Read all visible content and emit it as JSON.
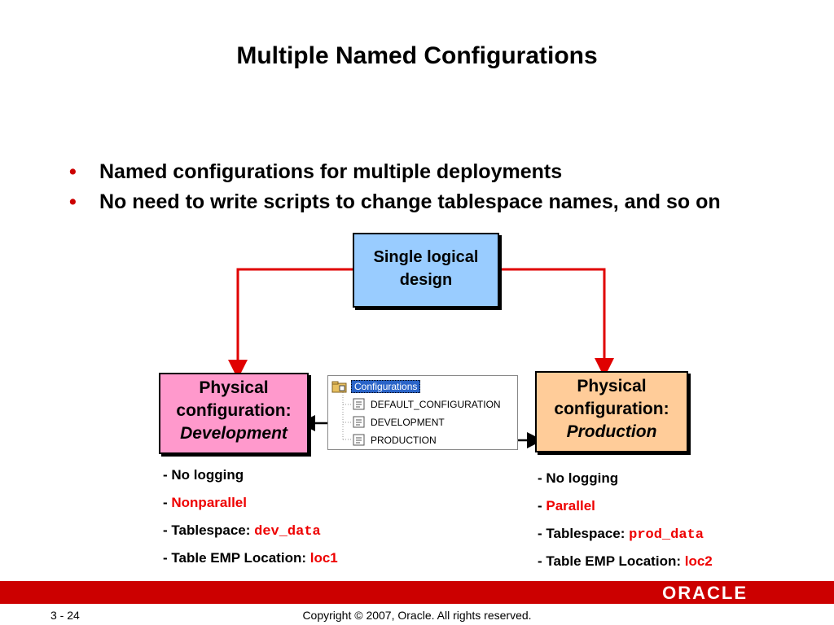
{
  "title": "Multiple Named Configurations",
  "bullets": [
    "Named configurations for multiple deployments",
    "No need to write scripts to change tablespace names, and so on"
  ],
  "logical_box": {
    "line1": "Single logical",
    "line2": "design"
  },
  "dev_box": {
    "line1": "Physical",
    "line2": "configuration:",
    "line3": "Development"
  },
  "prod_box": {
    "line1": "Physical",
    "line2": "configuration:",
    "line3": "Production"
  },
  "tree": {
    "root": "Configurations",
    "items": [
      "DEFAULT_CONFIGURATION",
      "DEVELOPMENT",
      "PRODUCTION"
    ]
  },
  "dev_props": {
    "dash": "- ",
    "logging": "No logging",
    "parallel": "Nonparallel",
    "tablespace_label": "Tablespace: ",
    "tablespace_value": "dev_data",
    "location_label": "Table EMP Location: ",
    "location_value": "loc1"
  },
  "prod_props": {
    "dash": "- ",
    "logging": "No logging",
    "parallel": "Parallel",
    "tablespace_label": "Tablespace: ",
    "tablespace_value": "prod_data",
    "location_label": "Table EMP Location: ",
    "location_value": "loc2"
  },
  "footer": {
    "page": "3 - 24",
    "copyright": "Copyright © 2007, Oracle. All rights reserved.",
    "logo": "ORACLE"
  },
  "colors": {
    "accent_red": "#cc0000",
    "logical_box": "#99ccff",
    "dev_box": "#ff99cc",
    "prod_box": "#ffcc99"
  }
}
